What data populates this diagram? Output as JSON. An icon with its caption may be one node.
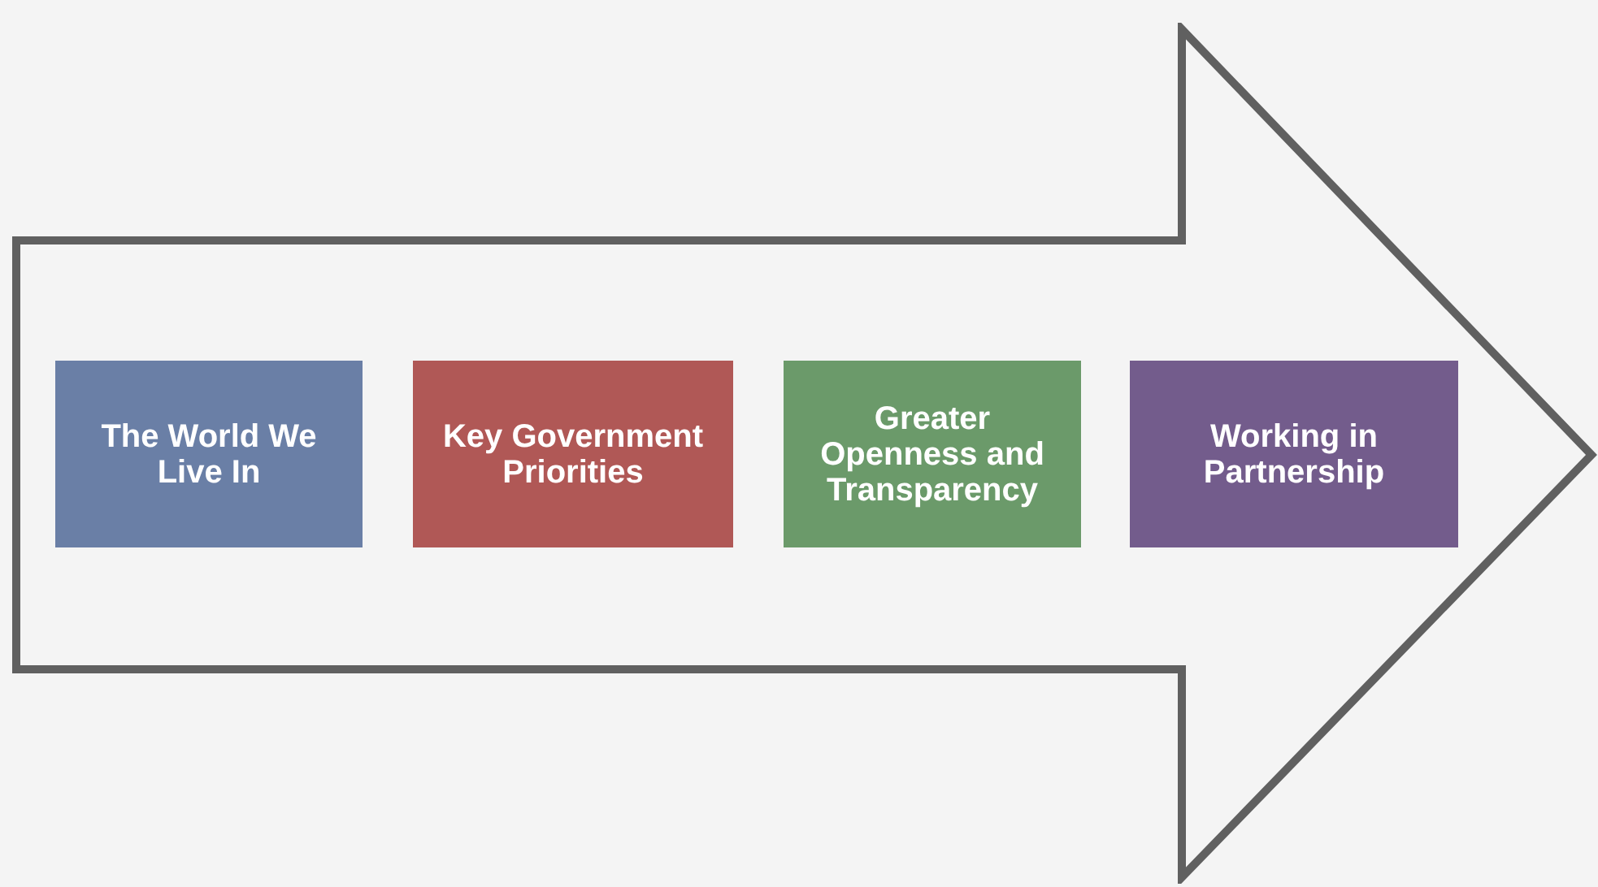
{
  "diagram": {
    "nodes": [
      {
        "text": [],
        "shape": "arrow"
      },
      {
        "text": [
          "The World We Live In"
        ],
        "in": 0
      },
      {
        "text": [
          "Key Government Priorities"
        ],
        "in": 0
      },
      {
        "text": [
          "Greater Openness and Transparency"
        ],
        "in": 0
      },
      {
        "text": [
          "Working in Partnership"
        ],
        "in": 0
      }
    ],
    "edges": []
  }
}
